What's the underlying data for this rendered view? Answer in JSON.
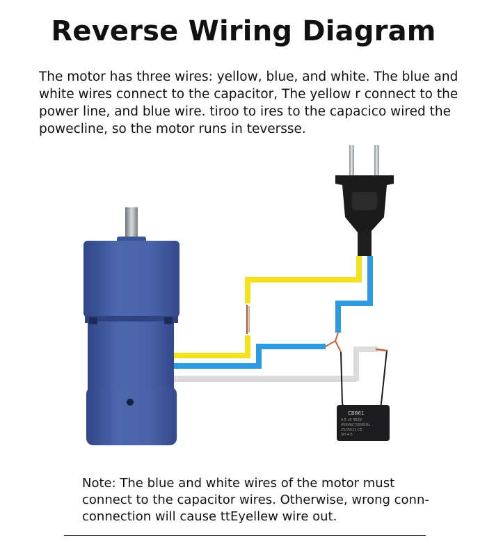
{
  "title": "Reverse Wiring Diagram",
  "intro_lines": [
    "The motor has three wires: yellow, blue, and white. The blue and",
    "white wires connect  to the capacitor, The yellow r connect to the",
    "power line, and blue wire. tiroo to ires to the capacico wired the",
    "powecline, so the motor runs in teversse."
  ],
  "capacitor": {
    "brand": "CBB61",
    "spec_lines": [
      "4.5 uF 450V",
      "450VAC 50/60Hz",
      "25/70/21  CE",
      "SH 4-5"
    ]
  },
  "wire_colors": {
    "yellow": "#f2e21e",
    "blue": "#2e9be0",
    "white": "#d9d9d9",
    "black": "#1a1a1a",
    "motor": "#4a62a8"
  },
  "note_lines": [
    "Note: The blue and white wires of the motor must",
    "connect to the capacitor wires. Otherwise, wrong conn-",
    "connection will cause ttEyellew wire out."
  ]
}
